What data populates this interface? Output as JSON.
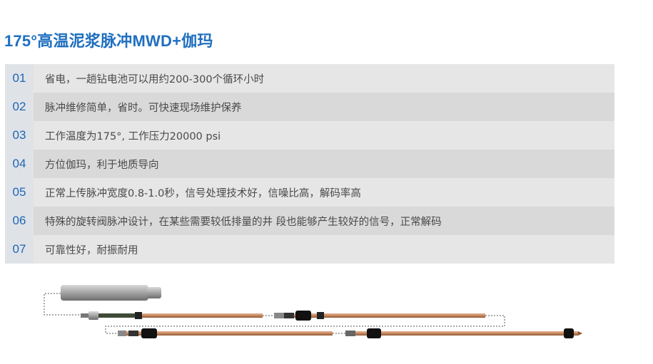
{
  "title": "175°高温泥浆脉冲MWD+伽玛",
  "features": [
    {
      "num": "01",
      "text": "省电，一趟钻电池可以用约200-300个循环小时"
    },
    {
      "num": "02",
      "text": "脉冲维修简单，省时。可快速现场维护保养"
    },
    {
      "num": "03",
      "text": "工作温度为175°, 工作压力20000 psi"
    },
    {
      "num": "04",
      "text": "方位伽玛，利于地质导向"
    },
    {
      "num": "05",
      "text": "正常上传脉冲宽度0.8-1.0秒，信号处理技术好，信噪比高，解码率高"
    },
    {
      "num": "06",
      "text": "特殊的旋转阀脉冲设计，在某些需要较低排量的井 段也能够产生较好的信号，正常解码"
    },
    {
      "num": "07",
      "text": "可靠性好，耐振耐用"
    }
  ],
  "colors": {
    "title": "#1f6fc0",
    "number": "#2066b5",
    "row_light": "#e6e6e6",
    "row_dark": "#d9d9d9",
    "tube_copper": "#c98a62",
    "connector": "#1a1a1a"
  }
}
